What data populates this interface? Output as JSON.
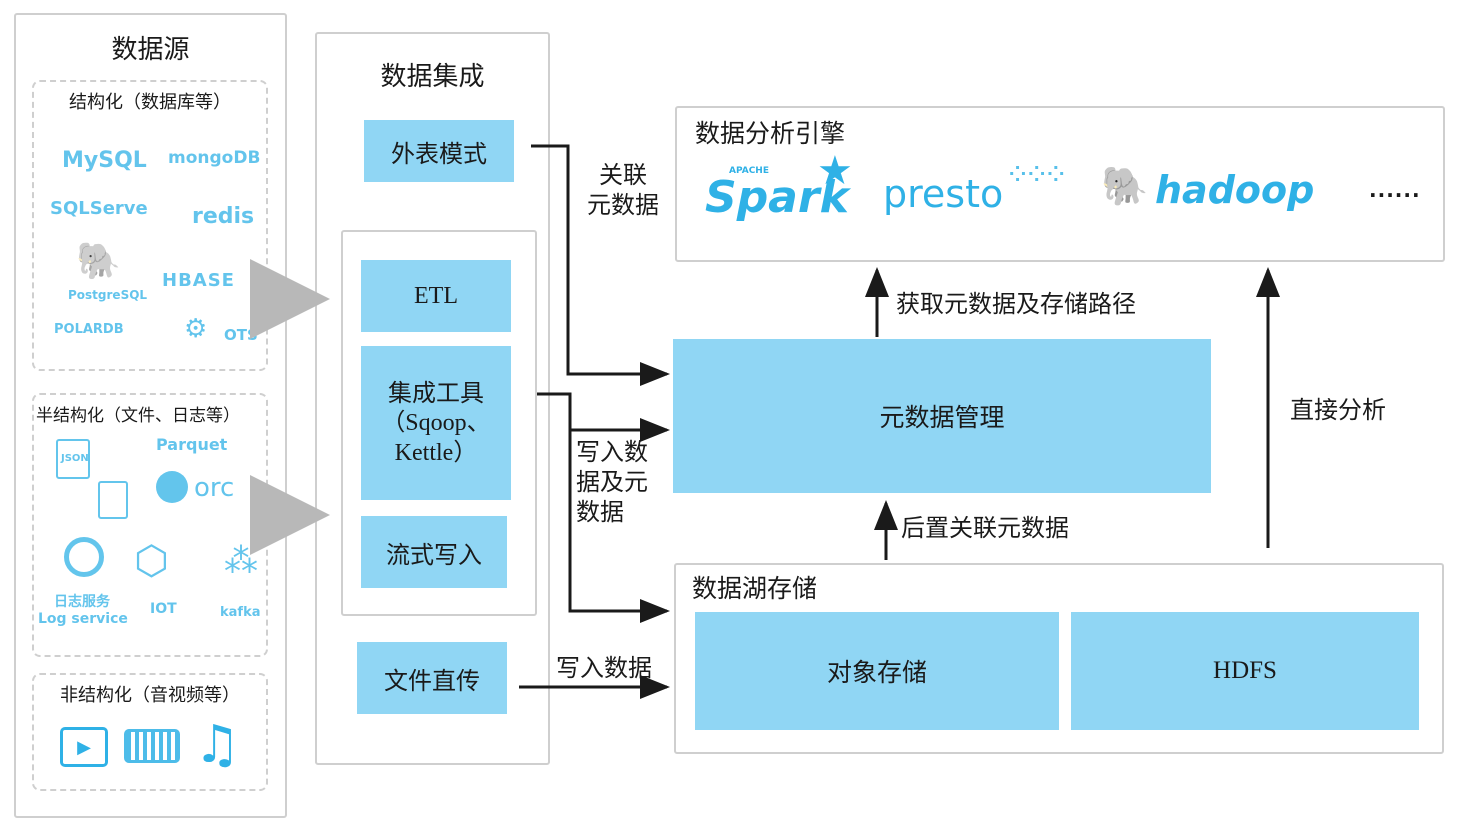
{
  "sources": {
    "title": "数据源",
    "structured": {
      "title": "结构化（数据库等）",
      "logos": [
        "MySQL",
        "mongoDB",
        "SQLServe",
        "redis",
        "PostgreSQL",
        "HBASE",
        "POLARDB",
        "OTS"
      ]
    },
    "semi": {
      "title": "半结构化（文件、日志等）",
      "logos": [
        "JSON",
        "Parquet",
        "orc",
        "日志服务",
        "Log service",
        "IOT",
        "kafka"
      ]
    },
    "unstructured": {
      "title": "非结构化（音视频等）",
      "icons": [
        "video-play-icon",
        "image-grid-icon",
        "music-note-icon"
      ]
    }
  },
  "integration": {
    "title": "数据集成",
    "external": "外表模式",
    "etl": "ETL",
    "tools_line1": "集成工具",
    "tools_line2": "（Sqoop、",
    "tools_line3": "Kettle）",
    "stream": "流式写入",
    "file": "文件直传"
  },
  "engine": {
    "title": "数据分析引擎",
    "spark_small": "APACHE",
    "spark": "Spark",
    "presto": "presto",
    "hadoop": "hadoop",
    "more": "......"
  },
  "metadata": {
    "title": "元数据管理"
  },
  "lake": {
    "title": "数据湖存储",
    "object": "对象存储",
    "hdfs": "HDFS"
  },
  "labels": {
    "assoc_l1": "关联",
    "assoc_l2": "元数据",
    "write_meta_l1": "写入数",
    "write_meta_l2": "据及元",
    "write_meta_l3": "数据",
    "write_data": "写入数据",
    "get_meta": "获取元数据及存储路径",
    "post_assoc": "后置关联元数据",
    "direct": "直接分析"
  },
  "colors": {
    "box": "#90d6f4",
    "logo": "#2fb1e6",
    "border": "#cfcfcf",
    "arrow": "#1a1a1a"
  }
}
